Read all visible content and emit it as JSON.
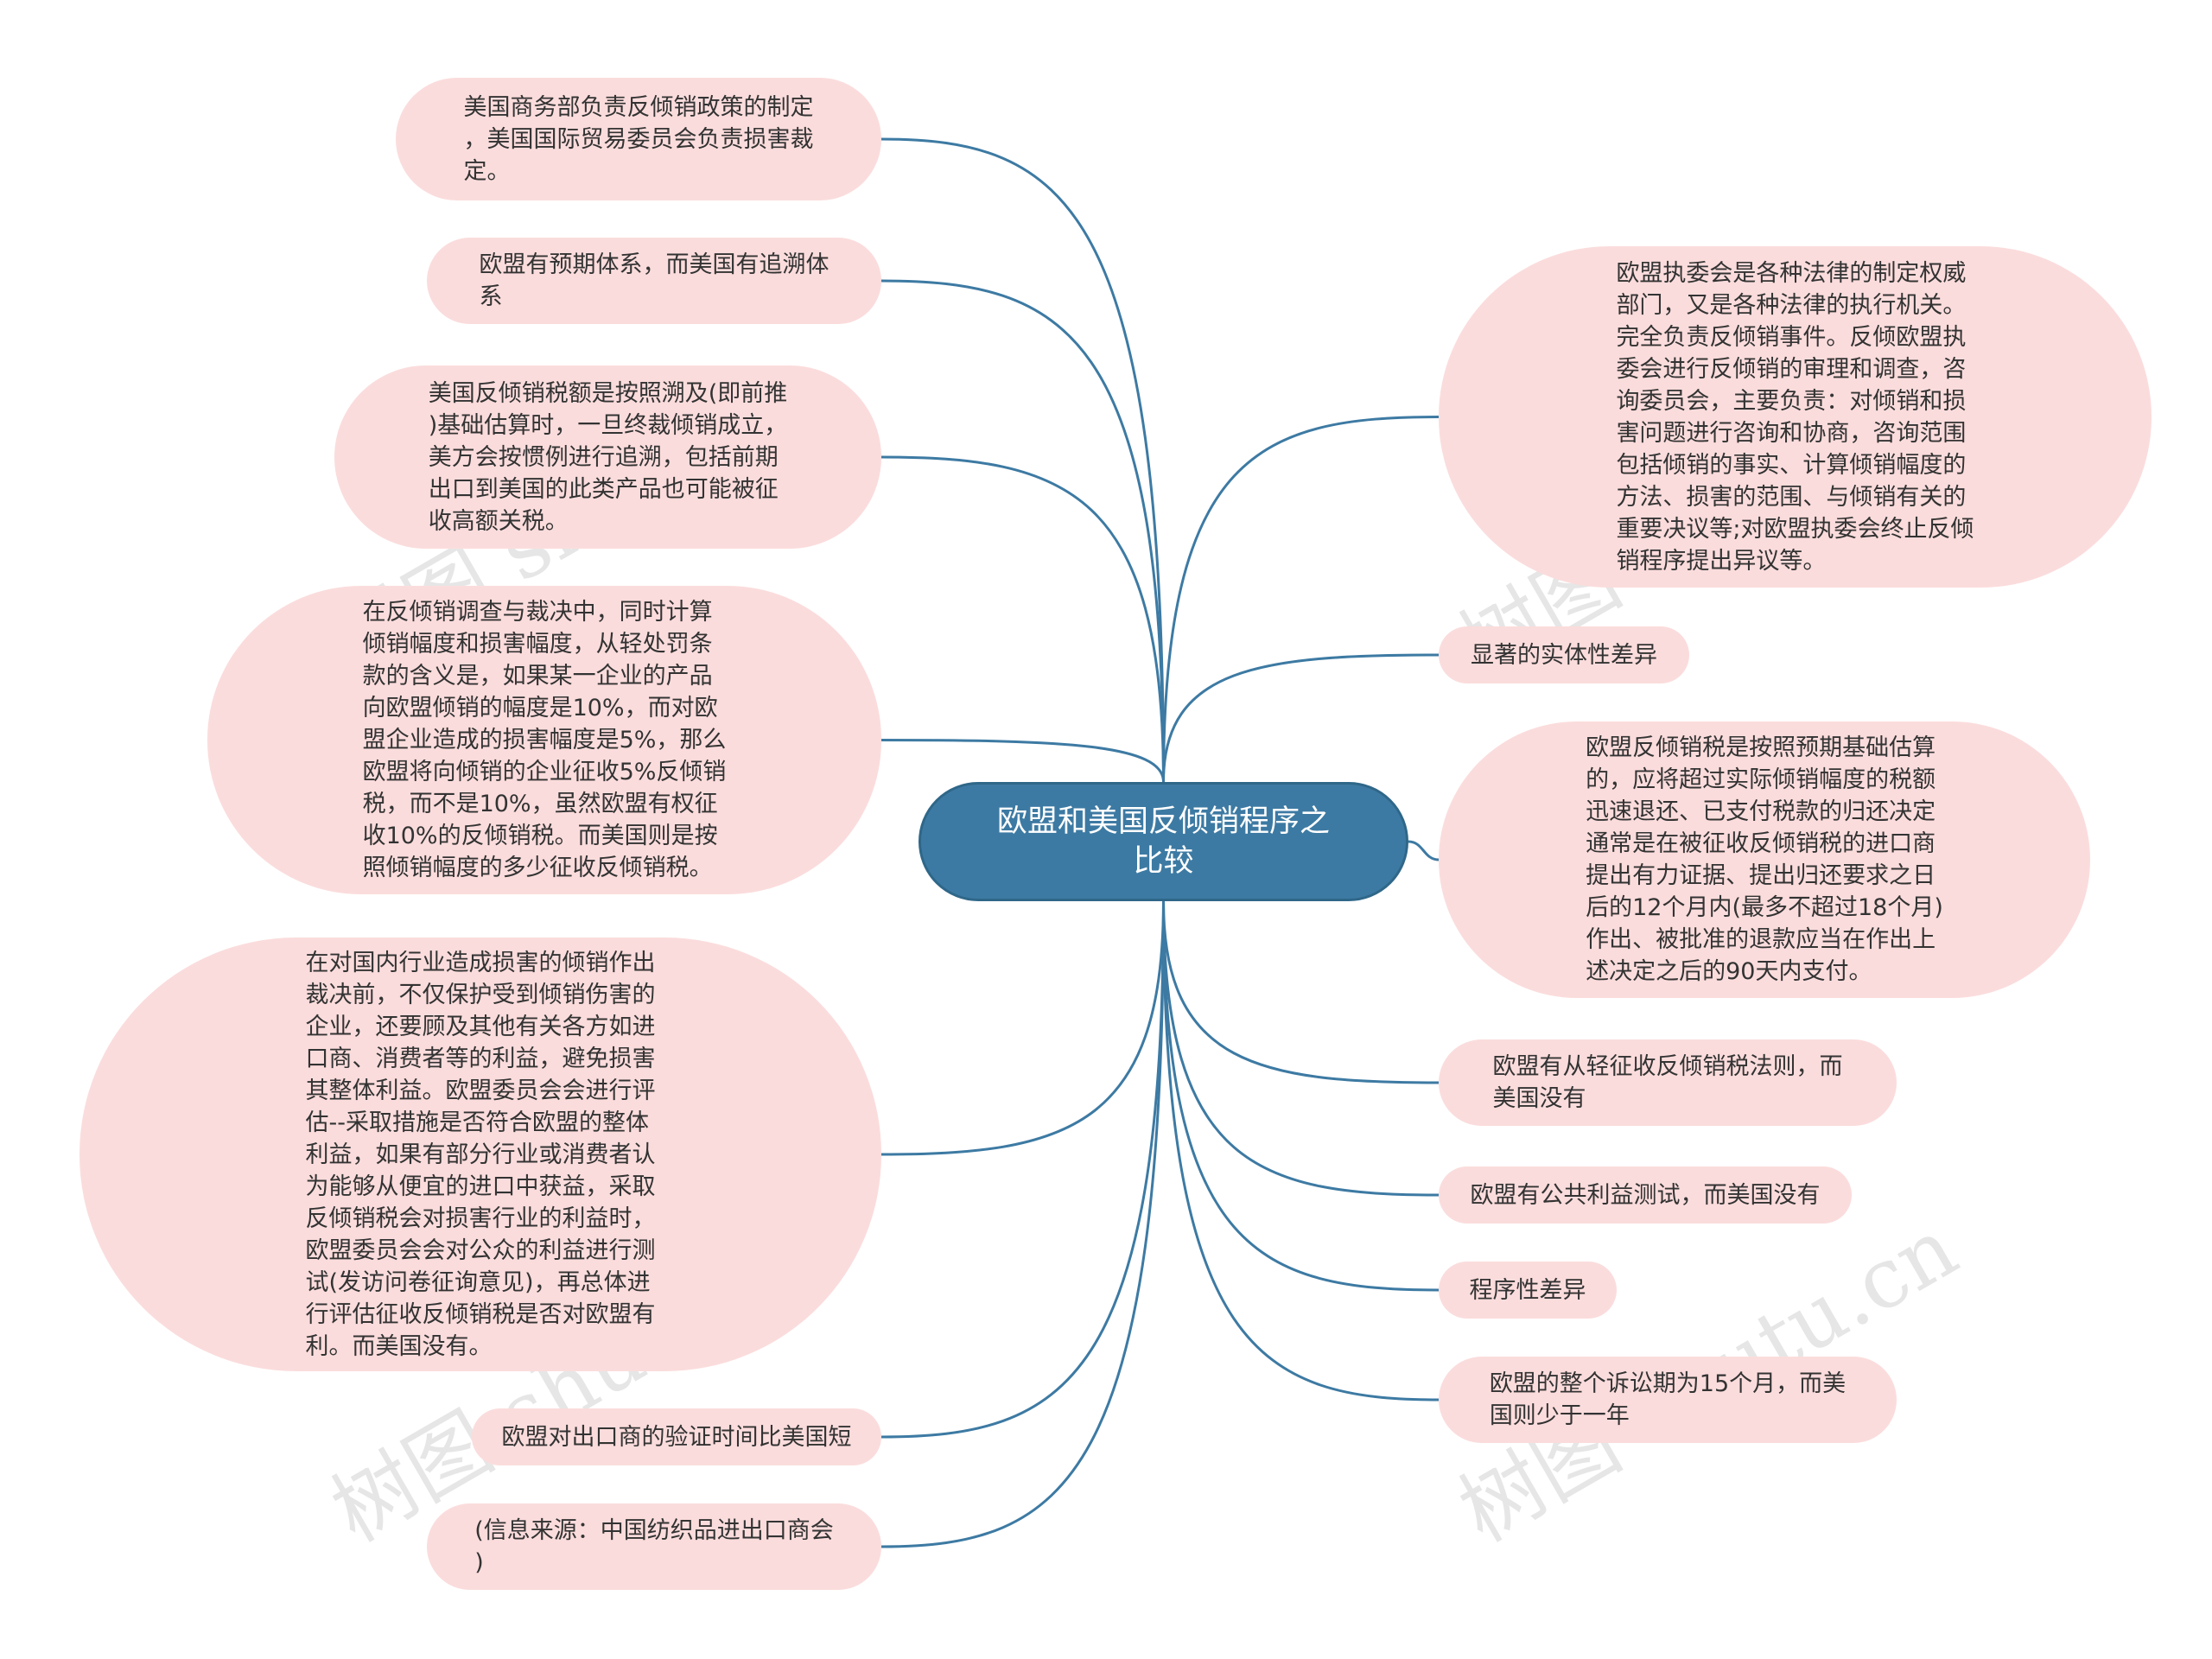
{
  "root": {
    "title": "欧盟和美国反倾销程序之\n比较"
  },
  "left_nodes": [
    "美国商务部负责反倾销政策的制定\n，美国国际贸易委员会负责损害裁\n定。",
    "欧盟有预期体系，而美国有追溯体\n系",
    "美国反倾销税额是按照溯及(即前推\n)基础估算时，一旦终裁倾销成立，\n美方会按惯例进行追溯，包括前期\n出口到美国的此类产品也可能被征\n收高额关税。",
    "在反倾销调查与裁决中，同时计算\n倾销幅度和损害幅度，从轻处罚条\n款的含义是，如果某一企业的产品\n向欧盟倾销的幅度是10%，而对欧\n盟企业造成的损害幅度是5%，那么\n欧盟将向倾销的企业征收5%反倾销\n税，而不是10%，虽然欧盟有权征\n收10%的反倾销税。而美国则是按\n照倾销幅度的多少征收反倾销税。",
    "在对国内行业造成损害的倾销作出\n裁决前，不仅保护受到倾销伤害的\n企业，还要顾及其他有关各方如进\n口商、消费者等的利益，避免损害\n其整体利益。欧盟委员会会进行评\n估--采取措施是否符合欧盟的整体\n利益，如果有部分行业或消费者认\n为能够从便宜的进口中获益，采取\n反倾销税会对损害行业的利益时，\n欧盟委员会会对公众的利益进行测\n试(发访问卷征询意见)，再总体进\n行评估征收反倾销税是否对欧盟有\n利。而美国没有。",
    "欧盟对出口商的验证时间比美国短",
    "(信息来源：中国纺织品进出口商会\n)"
  ],
  "right_nodes": [
    "欧盟执委会是各种法律的制定权威\n部门，又是各种法律的执行机关。\n完全负责反倾销事件。反倾欧盟执\n委会进行反倾销的审理和调查，咨\n询委员会，主要负责：对倾销和损\n害问题进行咨询和协商，咨询范围\n包括倾销的事实、计算倾销幅度的\n方法、损害的范围、与倾销有关的\n重要决议等;对欧盟执委会终止反倾\n销程序提出异议等。",
    "显著的实体性差异",
    "欧盟反倾销税是按照预期基础估算\n的，应将超过实际倾销幅度的税额\n迅速退还、已支付税款的归还决定\n通常是在被征收反倾销税的进口商\n提出有力证据、提出归还要求之日\n后的12个月内(最多不超过18个月)\n作出、被批准的退款应当在作出上\n述决定之后的90天内支付。",
    "欧盟有从轻征收反倾销税法则，而\n美国没有",
    "欧盟有公共利益测试，而美国没有",
    "程序性差异",
    "欧盟的整个诉讼期为15个月，而美\n国则少于一年"
  ],
  "watermarks": [
    "树图 shutu.cn",
    "树图 shutu.cn",
    "树图 shutu.cn",
    "树图 shutu.cn"
  ],
  "colors": {
    "line": "#3d7aa3",
    "root_fill": "#3d7aa3",
    "node_fill": "#fbdcdc"
  }
}
